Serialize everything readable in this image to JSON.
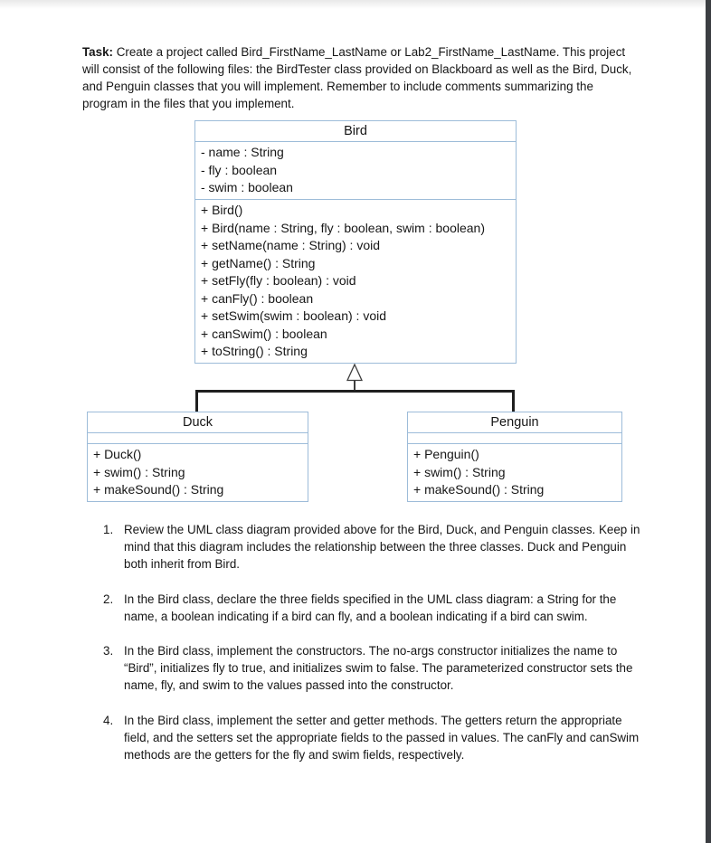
{
  "task": {
    "label": "Task:",
    "text": " Create a project called Bird_FirstName_LastName or Lab2_FirstName_LastName. This project will consist of the following files: the BirdTester class provided on Blackboard as well as the Bird, Duck, and Penguin classes that you will implement. Remember to include comments summarizing the program in the files that you implement."
  },
  "uml": {
    "relationship": "Duck and Penguin inherit from Bird (hollow-triangle generalization arrow)",
    "bird": {
      "name": "Bird",
      "attributes": [
        "- name : String",
        "- fly : boolean",
        "- swim : boolean"
      ],
      "methods": [
        "+ Bird()",
        "+ Bird(name : String, fly : boolean, swim : boolean)",
        "+ setName(name : String) : void",
        "+ getName() : String",
        "+ setFly(fly : boolean) : void",
        "+ canFly() : boolean",
        "+ setSwim(swim : boolean) : void",
        "+ canSwim() : boolean",
        "+ toString() : String"
      ]
    },
    "duck": {
      "name": "Duck",
      "attributes": [],
      "methods": [
        "+ Duck()",
        "+ swim() : String",
        "+ makeSound() : String"
      ]
    },
    "penguin": {
      "name": "Penguin",
      "attributes": [],
      "methods": [
        "+ Penguin()",
        "+ swim() : String",
        "+ makeSound() : String"
      ]
    }
  },
  "instructions": {
    "items": [
      {
        "number": "1.",
        "text": "Review the UML class diagram provided above for the Bird, Duck, and Penguin classes. Keep in mind that this diagram includes the relationship between the three classes. Duck and Penguin both inherit from Bird."
      },
      {
        "number": "2.",
        "text": "In the Bird class, declare the three fields specified in the UML class diagram: a String for the name, a boolean indicating if a bird can fly, and a boolean indicating if a bird can swim."
      },
      {
        "number": "3.",
        "text": "In the Bird class, implement the constructors. The no-args constructor initializes the name to “Bird”, initializes fly to true, and initializes swim to false. The parameterized constructor sets the name, fly, and swim to the values passed into the constructor."
      },
      {
        "number": "4.",
        "text": "In the Bird class, implement the setter and getter methods. The getters return the appropriate field, and the setters set the appropriate fields to the passed in values. The canFly and canSwim methods are the getters for the fly and swim fields, respectively."
      }
    ]
  },
  "colors": {
    "uml_border": "#9dbcd9",
    "connector_line": "#1f1f1f",
    "text": "#161616",
    "viewer_edge_bar": "#3b3e42"
  }
}
